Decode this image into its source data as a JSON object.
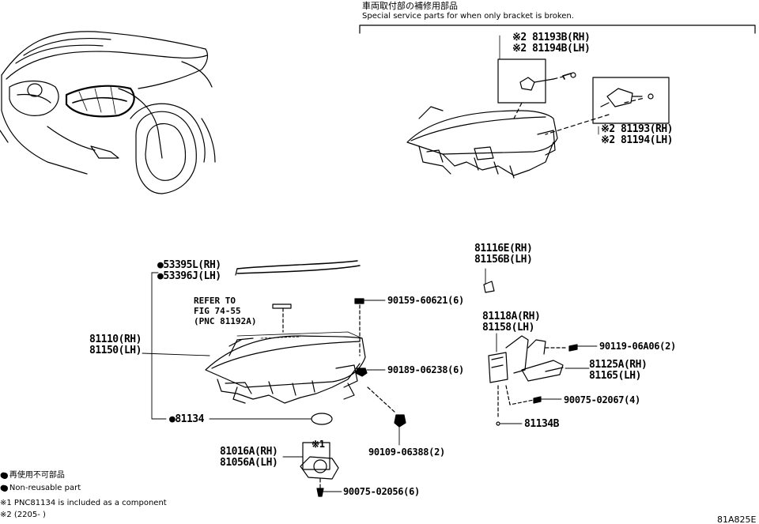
{
  "header": {
    "title_jp": "車両取付部の補修用部品",
    "title_en": "Special service parts for when only bracket is broken."
  },
  "callouts": {
    "bracket_b_rh": "※2 81193B(RH)",
    "bracket_b_lh": "※2 81194B(LH)",
    "bracket_rh": "※2 81193(RH)",
    "bracket_lh": "※2 81194(LH)",
    "moulding_rh": "●53395L(RH)",
    "moulding_lh": "●53396J(LH)",
    "refer_line1": "REFER TO",
    "refer_line2": "FIG 74-55",
    "refer_line3": "(PNC 81192A)",
    "headlamp_rh": "81110(RH)",
    "headlamp_lh": "81150(LH)",
    "gasket": "●81134",
    "bolt_1": "90159-60621(6)",
    "nut_1": "90189-06238(6)",
    "grommet": "90109-06388(2)",
    "computer_note": "※1",
    "computer_rh": "81016A(RH)",
    "computer_lh": "81056A(LH)",
    "screw_1": "90075-02056(6)",
    "bracket_sub_rh": "81116E(RH)",
    "bracket_sub_lh": "81156B(LH)",
    "bracket_low_rh": "81118A(RH)",
    "bracket_low_lh": "81158(LH)",
    "bolt_2": "90119-06A06(2)",
    "actuator_rh": "81125A(RH)",
    "actuator_lh": "81165(LH)",
    "screw_2": "90075-02067(4)",
    "pin": "81134B"
  },
  "legend": {
    "nonreuse_jp": "● 再使用不可部品",
    "nonreuse_en": "● Non-reusable part",
    "note1": "※1 PNC81134 is included as a component",
    "note2": "※2 (2205-      )"
  },
  "figure_id": "81A825E"
}
